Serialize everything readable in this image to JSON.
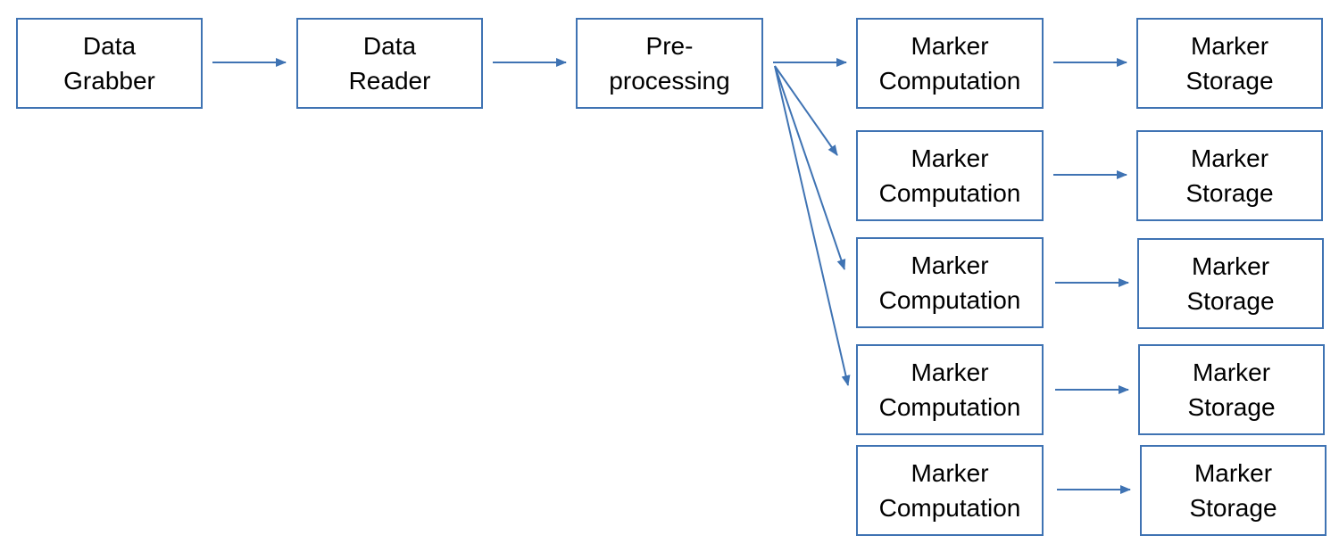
{
  "diagram": {
    "colors": {
      "box_border": "#3f73b3",
      "arrow": "#3f73b3",
      "text": "#000000"
    },
    "nodes": {
      "data_grabber": {
        "line1": "Data",
        "line2": "Grabber"
      },
      "data_reader": {
        "line1": "Data",
        "line2": "Reader"
      },
      "preprocessing": {
        "line1": "Pre-",
        "line2": "processing"
      },
      "computations": [
        {
          "line1": "Marker",
          "line2": "Computation"
        },
        {
          "line1": "Marker",
          "line2": "Computation"
        },
        {
          "line1": "Marker",
          "line2": "Computation"
        },
        {
          "line1": "Marker",
          "line2": "Computation"
        },
        {
          "line1": "Marker",
          "line2": "Computation"
        }
      ],
      "storages": [
        {
          "line1": "Marker",
          "line2": "Storage"
        },
        {
          "line1": "Marker",
          "line2": "Storage"
        },
        {
          "line1": "Marker",
          "line2": "Storage"
        },
        {
          "line1": "Marker",
          "line2": "Storage"
        },
        {
          "line1": "Marker",
          "line2": "Storage"
        }
      ]
    },
    "edges": [
      {
        "from": "data_grabber",
        "to": "data_reader"
      },
      {
        "from": "data_reader",
        "to": "preprocessing"
      },
      {
        "from": "preprocessing",
        "to": "computations.0"
      },
      {
        "from": "preprocessing",
        "to": "computations.1"
      },
      {
        "from": "preprocessing",
        "to": "computations.2"
      },
      {
        "from": "preprocessing",
        "to": "computations.3"
      },
      {
        "from": "computations.0",
        "to": "storages.0"
      },
      {
        "from": "computations.1",
        "to": "storages.1"
      },
      {
        "from": "computations.2",
        "to": "storages.2"
      },
      {
        "from": "computations.3",
        "to": "storages.3"
      },
      {
        "from": "computations.4",
        "to": "storages.4"
      }
    ]
  }
}
